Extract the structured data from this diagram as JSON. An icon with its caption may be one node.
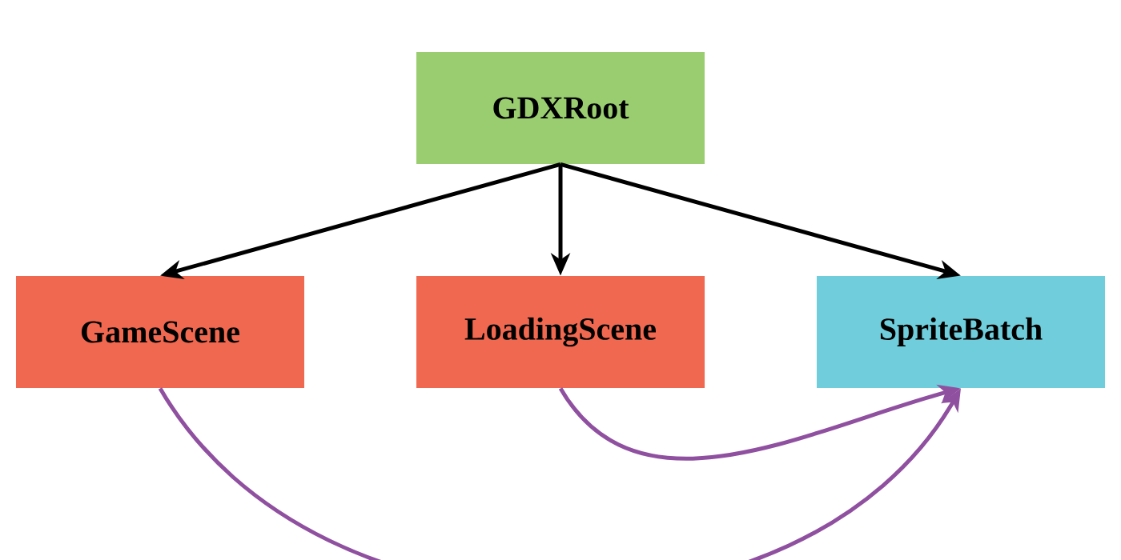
{
  "diagram": {
    "nodes": [
      {
        "text": [
          "GDXRoot"
        ]
      },
      {
        "text": [
          "GameScene"
        ]
      },
      {
        "text": [
          "LoadingScene"
        ]
      },
      {
        "text": [
          "SpriteBatch"
        ]
      }
    ],
    "edges": [
      {
        "from": 0,
        "to": 1,
        "arrow": "to"
      },
      {
        "from": 0,
        "to": 2,
        "arrow": "to"
      },
      {
        "from": 0,
        "to": 3,
        "arrow": "to"
      },
      {
        "from": 1,
        "to": 3,
        "arrow": "to",
        "color": "#9050a0"
      },
      {
        "from": 2,
        "to": 3,
        "arrow": "to",
        "color": "#9050a0"
      }
    ]
  }
}
